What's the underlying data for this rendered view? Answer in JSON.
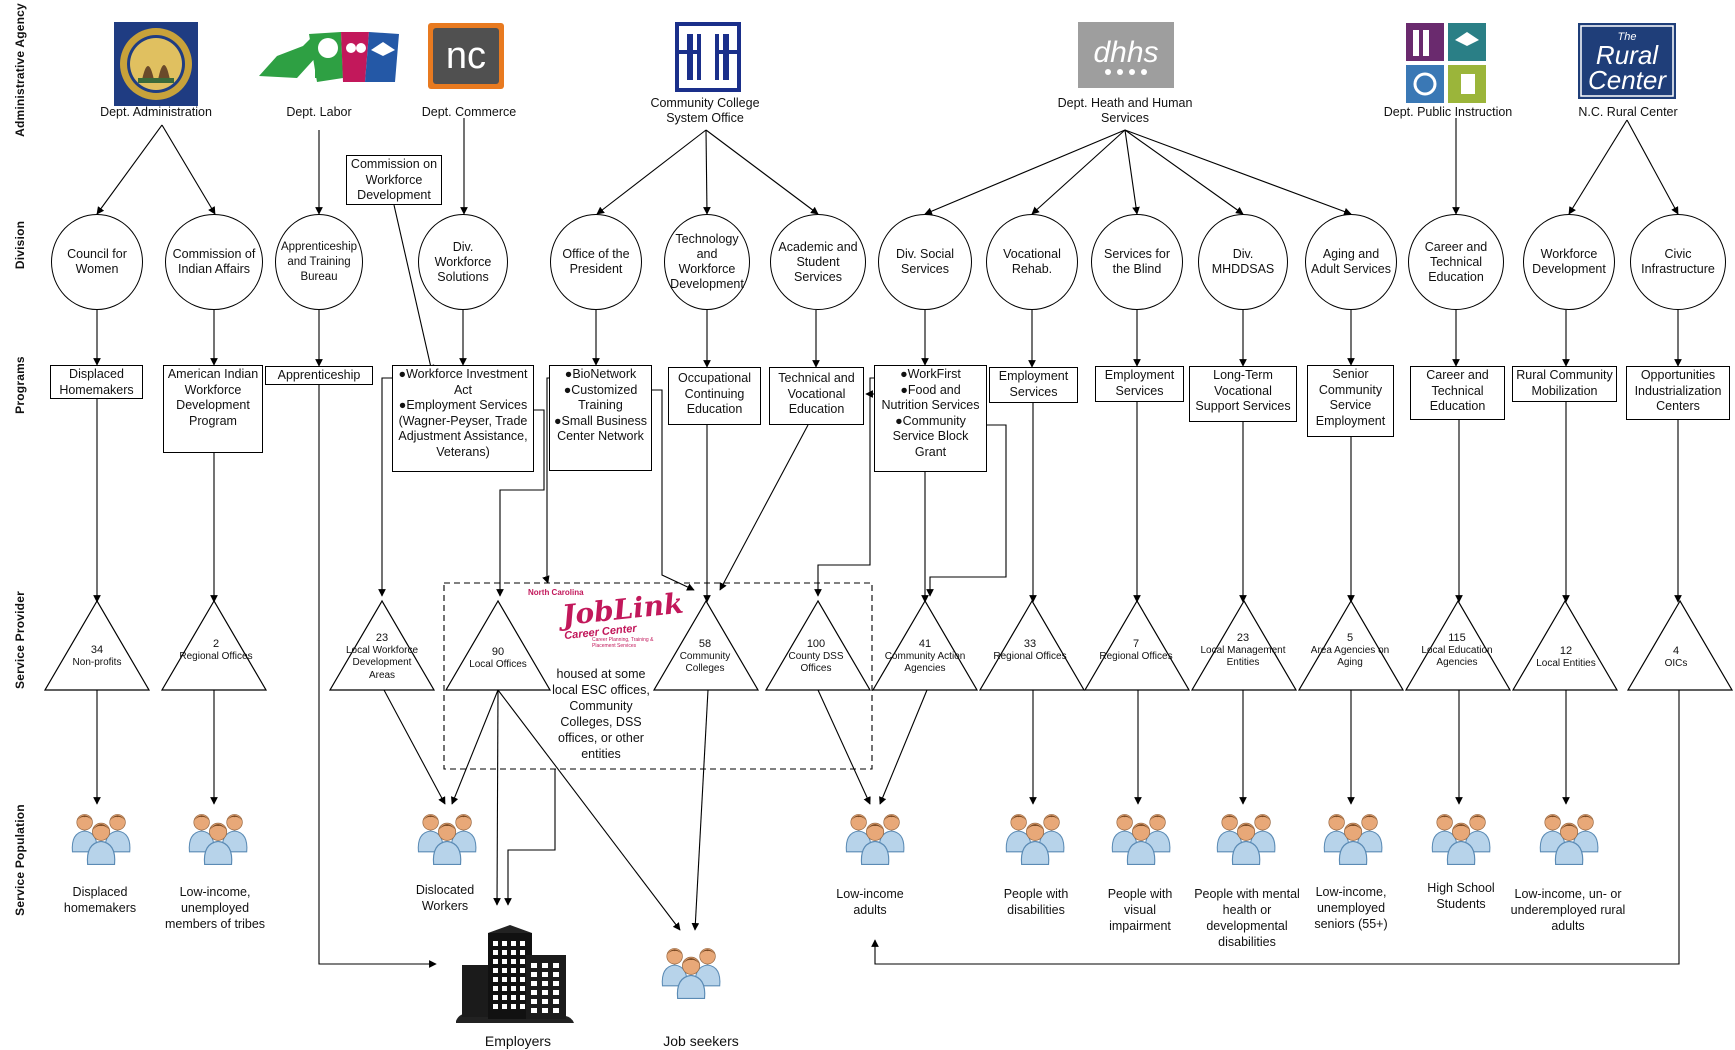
{
  "row_labels": [
    "Administrative Agency",
    "Division",
    "Programs",
    "Service Provider",
    "Service Population"
  ],
  "agencies": [
    {
      "key": "admin",
      "name": "Dept. Administration",
      "logo": "nc-state-seal"
    },
    {
      "key": "labor",
      "name": "Dept. Labor",
      "logo": "nc-map-figures"
    },
    {
      "key": "commerce",
      "name": "Dept. Commerce",
      "logo": "nc-commerce",
      "logo_text": "nc"
    },
    {
      "key": "ccso",
      "name": "Community College System Office",
      "logo": "columns-logo"
    },
    {
      "key": "dhhs",
      "name": "Dept. Heath and Human Services",
      "logo": "dhhs-logo",
      "logo_text": "dhhs"
    },
    {
      "key": "dpi",
      "name": "Dept. Public Instruction",
      "logo": "dpi-quad-logo"
    },
    {
      "key": "rural",
      "name": "N.C. Rural Center",
      "logo": "rural-center-logo",
      "logo_text": [
        "The",
        "Rural",
        "Center"
      ]
    }
  ],
  "commission_box": "Commission on Workforce Development",
  "divisions": [
    "Council for Women",
    "Commission of Indian Affairs",
    "Apprenticeship and Training Bureau",
    "Div. Workforce Solutions",
    "Office of the President",
    "Technology and Workforce Development",
    "Academic and Student Services",
    "Div. Social Services",
    "Vocational Rehab.",
    "Services for the Blind",
    "Div. MHDDSAS",
    "Aging and Adult Services",
    "Career and Technical Education",
    "Workforce Development",
    "Civic Infrastructure"
  ],
  "programs": {
    "displaced": "Displaced Homemakers",
    "indian": "American Indian Workforce Development Program",
    "apprenticeship": "Apprenticeship",
    "wia": [
      "●Workforce Investment Act",
      "●Employment Services (Wagner-Peyser, Trade Adjustment Assistance, Veterans)"
    ],
    "president": [
      "●BioNetwork",
      "●Customized Training",
      "●Small Business Center Network"
    ],
    "occupational": "Occupational Continuing Education",
    "techvoc": "Technical and Vocational Education",
    "dss": [
      "●WorkFirst",
      "●Food and Nutrition Services",
      "●Community Service Block Grant"
    ],
    "vr_emp": "Employment Services",
    "blind_emp": "Employment Services",
    "ltvs": "Long-Term Vocational Support Services",
    "senior": "Senior Community Service Employment",
    "cte": "Career and Technical Education",
    "rcm": "Rural Community Mobilization",
    "oic": "Opportunities Industrialization Centers"
  },
  "providers": [
    {
      "num": "34",
      "label": "Non-profits"
    },
    {
      "num": "2",
      "label": "Regional Offices"
    },
    {
      "num": "23",
      "label": "Local Workforce Development Areas"
    },
    {
      "num": "90",
      "label": "Local Offices"
    },
    {
      "num": "58",
      "label": "Community Colleges"
    },
    {
      "num": "100",
      "label": "County DSS Offices"
    },
    {
      "num": "41",
      "label": "Community Action Agencies"
    },
    {
      "num": "33",
      "label": "Regional Offices"
    },
    {
      "num": "7",
      "label": "Regional Offices"
    },
    {
      "num": "23",
      "label": "Local Management Entities"
    },
    {
      "num": "5",
      "label": "Area Agencies on Aging"
    },
    {
      "num": "115",
      "label": "Local Education Agencies"
    },
    {
      "num": "12",
      "label": "Local Entities"
    },
    {
      "num": "4",
      "label": "OICs"
    }
  ],
  "joblink": {
    "top": "North Carolina",
    "main": "JobLink",
    "sub": "Career Center",
    "tagline": "Career Planning, Training & Placement Services",
    "note": "housed at some local ESC offices, Community Colleges, DSS offices, or other entities"
  },
  "populations": [
    "Displaced homemakers",
    "Low-income, unemployed members of tribes",
    "Dislocated Workers",
    "Low-income adults",
    "People with disabilities",
    "People with visual impairment",
    "People with mental health or developmental disabilities",
    "Low-income, unemployed seniors (55+)",
    "High School Students",
    "Low-income, un- or underemployed rural adults"
  ],
  "bottom": {
    "employers": "Employers",
    "jobseekers": "Job seekers"
  },
  "colors": {
    "person": "#b7d3ea",
    "person_stroke": "#5b8bb5",
    "skin": "#e8a878",
    "hair": "#7a4a24",
    "joblink": "#c2185b",
    "commerce": "#e87a20",
    "seal_gold": "#c8a23a",
    "seal_blue": "#1f3c82",
    "dhhs_gray": "#9e9e9e",
    "dpi_purple": "#6a2a6e",
    "dpi_teal": "#2a7f86",
    "dpi_blue": "#3a78b5",
    "dpi_olive": "#9bb53a",
    "rural_navy": "#1f3e79",
    "nc_green": "#2ea043",
    "nc_blue": "#2458a6"
  }
}
